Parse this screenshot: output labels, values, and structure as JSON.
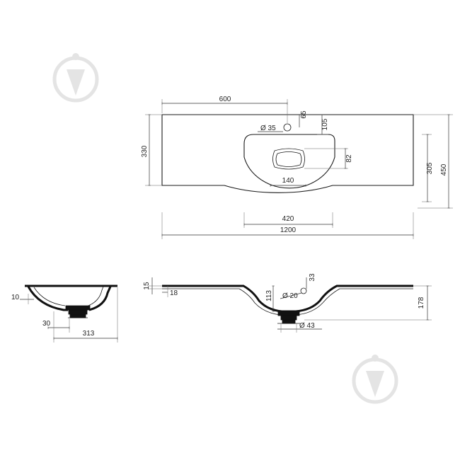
{
  "top_view": {
    "dim_width_600": "600",
    "dim_hole_offset_65": "65",
    "dim_hole_dia": "Ø 35",
    "dim_bowl_offset_105": "105",
    "dim_depth_330": "330",
    "dim_drain_82": "82",
    "dim_drain_140": "140",
    "dim_depth_305": "305",
    "dim_depth_450": "450",
    "dim_bowl_width_420": "420",
    "dim_total_1200": "1200"
  },
  "side_view": {
    "dim_10": "10",
    "dim_30": "30",
    "dim_313": "313"
  },
  "front_view": {
    "dim_15": "15",
    "dim_18": "18",
    "dim_33": "33",
    "dim_113": "113",
    "dim_overflow_dia": "Ø 20",
    "dim_drain_dia": "Ø 43",
    "dim_178": "178"
  },
  "watermark": {
    "icon": "droplet-logo-icon"
  }
}
